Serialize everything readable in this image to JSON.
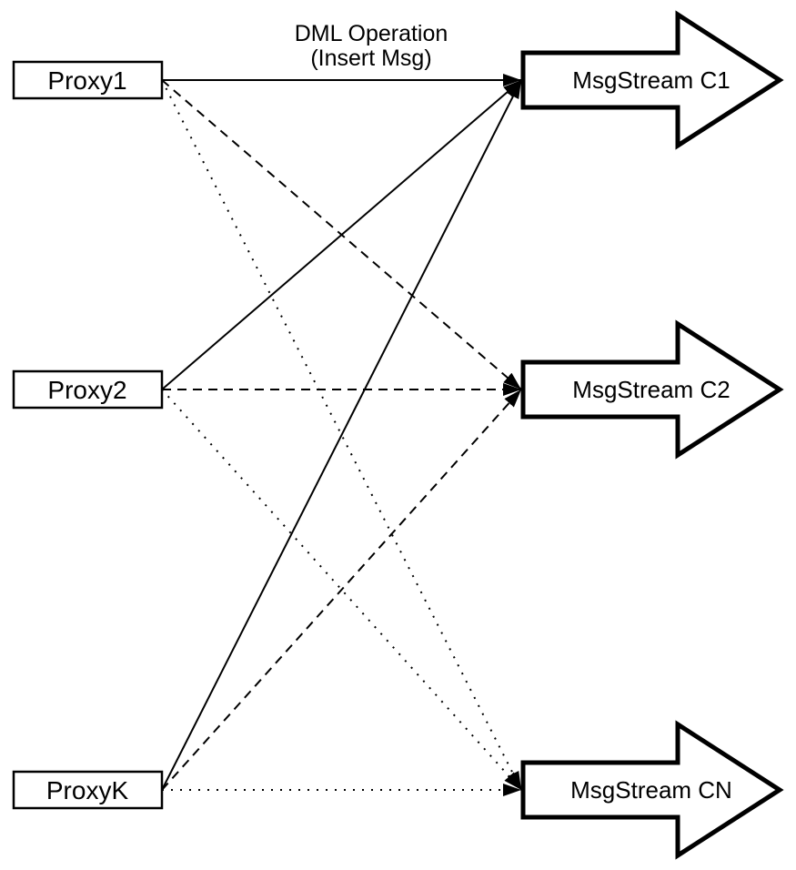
{
  "diagram": {
    "title": {
      "line1": "DML Operation",
      "line2": "(Insert Msg)"
    },
    "proxies": [
      {
        "id": "proxy1",
        "label": "Proxy1"
      },
      {
        "id": "proxy2",
        "label": "Proxy2"
      },
      {
        "id": "proxyk",
        "label": "ProxyK"
      }
    ],
    "streams": [
      {
        "id": "c1",
        "label": "MsgStream C1",
        "incoming_line_style": "solid"
      },
      {
        "id": "c2",
        "label": "MsgStream C2",
        "incoming_line_style": "dashed"
      },
      {
        "id": "cn",
        "label": "MsgStream CN",
        "incoming_line_style": "dotted"
      }
    ],
    "edges": [
      {
        "from": "Proxy1",
        "to": "MsgStream C1",
        "style": "solid"
      },
      {
        "from": "Proxy2",
        "to": "MsgStream C1",
        "style": "solid"
      },
      {
        "from": "ProxyK",
        "to": "MsgStream C1",
        "style": "solid"
      },
      {
        "from": "Proxy1",
        "to": "MsgStream C2",
        "style": "dashed"
      },
      {
        "from": "Proxy2",
        "to": "MsgStream C2",
        "style": "dashed"
      },
      {
        "from": "ProxyK",
        "to": "MsgStream C2",
        "style": "dashed"
      },
      {
        "from": "Proxy1",
        "to": "MsgStream CN",
        "style": "dotted"
      },
      {
        "from": "Proxy2",
        "to": "MsgStream CN",
        "style": "dotted"
      },
      {
        "from": "ProxyK",
        "to": "MsgStream CN",
        "style": "dotted"
      }
    ],
    "colors": {
      "stroke": "#000000",
      "fill": "#ffffff",
      "background": "#ffffff"
    }
  }
}
